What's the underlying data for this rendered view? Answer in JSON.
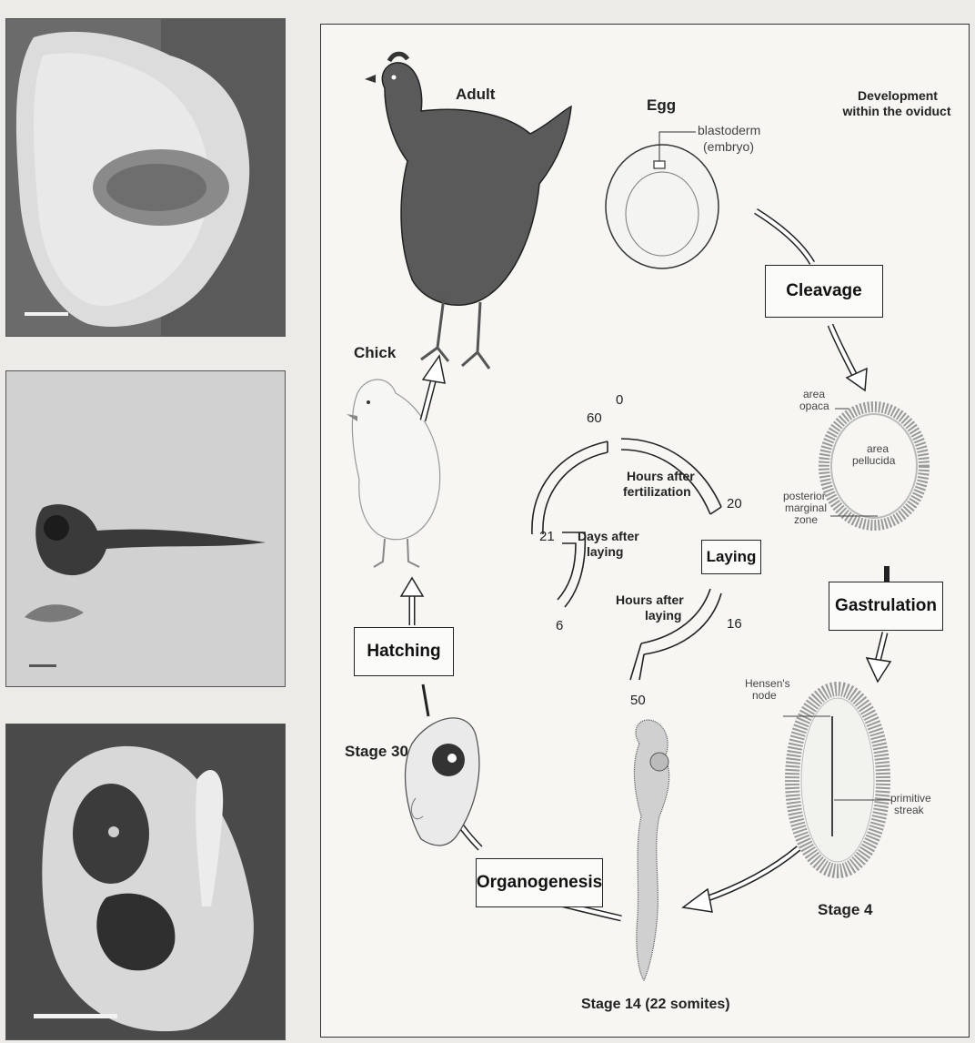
{
  "photos": [
    {
      "name": "early-embryo-blastoderm-photo"
    },
    {
      "name": "stage-14-embryo-photo"
    },
    {
      "name": "stage-30-embryo-photo"
    }
  ],
  "diagram": {
    "adult": "Adult",
    "egg": "Egg",
    "blastoderm": "blastoderm",
    "embryo": "(embryo)",
    "development_oviduct_line1": "Development",
    "development_oviduct_line2": "within the oviduct",
    "cleavage": "Cleavage",
    "area_opaca_line1": "area",
    "area_opaca_line2": "opaca",
    "area_pellucida_line1": "area",
    "area_pellucida_line2": "pellucida",
    "pmz_line1": "posterior",
    "pmz_line2": "marginal",
    "pmz_line3": "zone",
    "gastrulation": "Gastrulation",
    "hensens_node_line1": "Hensen's",
    "hensens_node_line2": "node",
    "primitive_streak_line1": "primitive",
    "primitive_streak_line2": "streak",
    "stage4": "Stage 4",
    "stage14": "Stage 14 (22 somites)",
    "organogenesis": "Organogenesis",
    "stage30": "Stage 30",
    "hatching": "Hatching",
    "chick": "Chick",
    "laying": "Laying",
    "hours_fert_line1": "Hours after",
    "hours_fert_line2": "fertilization",
    "days_laying_line1": "Days after",
    "days_laying_line2": "laying",
    "hours_laying_line1": "Hours after",
    "hours_laying_line2": "laying",
    "n60": "60",
    "n0": "0",
    "n20": "20",
    "n21": "21",
    "n6": "6",
    "n16": "16",
    "n50": "50"
  }
}
